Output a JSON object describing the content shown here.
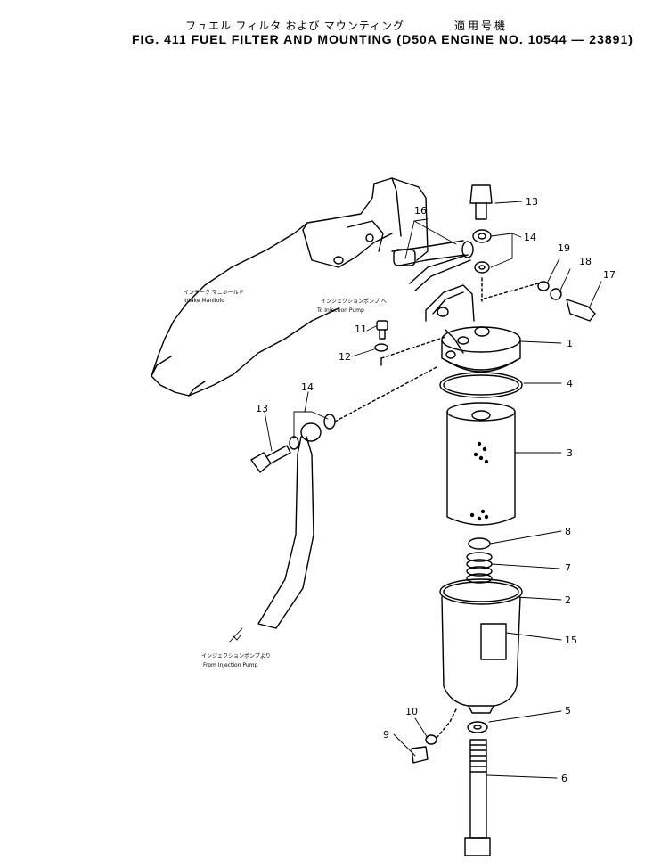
{
  "header": {
    "title_jp": "フュエル フィルタ および マウンティング",
    "serial_jp": "適用号機",
    "title_en": "FIG. 411  FUEL  FILTER  AND  MOUNTING  (D50A  ENGINE  NO.  10544 — 23891)"
  },
  "notes": {
    "intake_jp": "インテーク マニホールド",
    "intake_en": "Intake Manifold",
    "to_pump_jp": "インジェクションポンプ へ",
    "to_pump_en": "To Injection Pump",
    "from_pump_jp": "インジェクションポンプより",
    "from_pump_en": "From Injection Pump"
  },
  "callouts": {
    "c1": "1",
    "c2": "2",
    "c3": "3",
    "c4": "4",
    "c5": "5",
    "c6": "6",
    "c7": "7",
    "c8": "8",
    "c9": "9",
    "c10": "10",
    "c11": "11",
    "c12": "12",
    "c13a": "13",
    "c13b": "13",
    "c14a": "14",
    "c14b": "14",
    "c15": "15",
    "c16": "16",
    "c17": "17",
    "c18": "18",
    "c19": "19"
  }
}
